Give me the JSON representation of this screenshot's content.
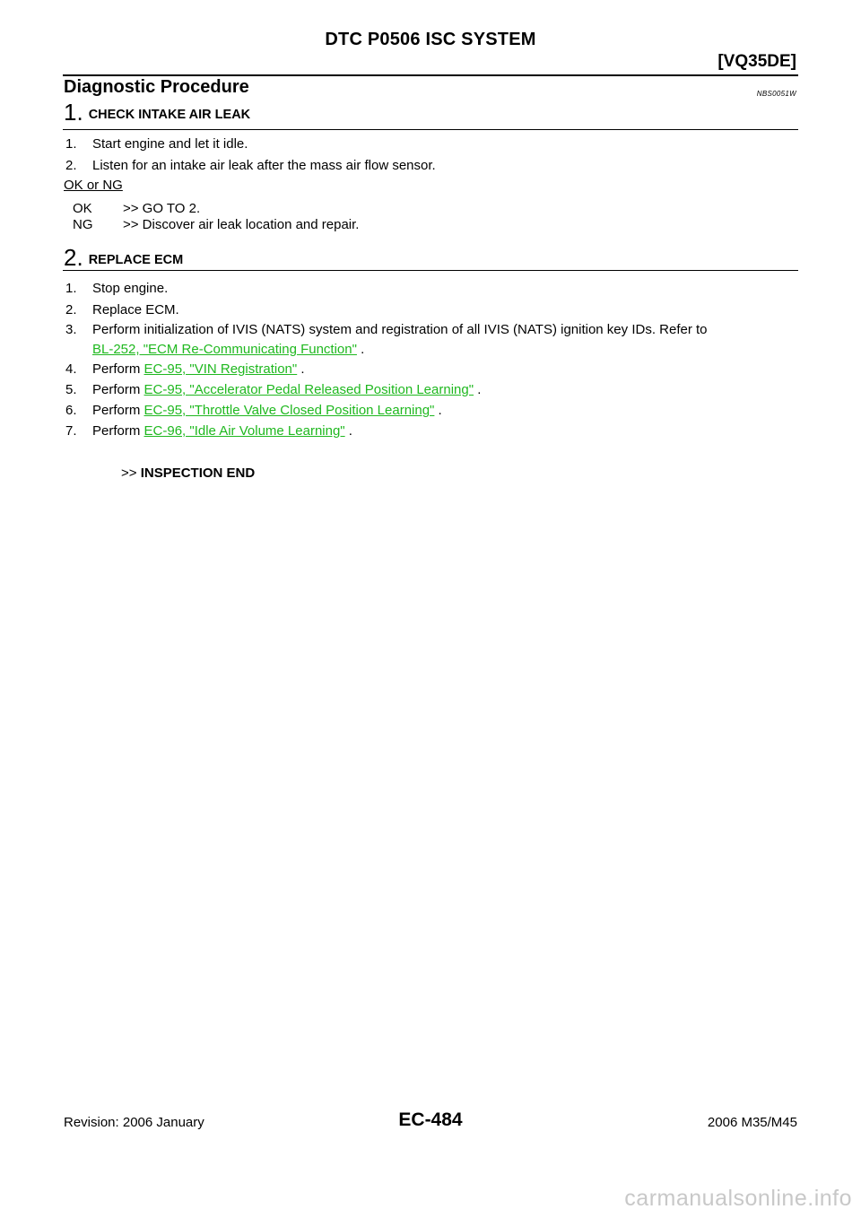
{
  "header": {
    "title": "DTC P0506 ISC SYSTEM",
    "engine": "[VQ35DE]"
  },
  "section": {
    "title": "Diagnostic Procedure",
    "ref": "NBS0051W"
  },
  "step1": {
    "number": "1.",
    "title": "CHECK INTAKE AIR LEAK",
    "items": [
      {
        "n": "1.",
        "text": "Start engine and let it idle."
      },
      {
        "n": "2.",
        "text": "Listen for an intake air leak after the mass air flow sensor."
      }
    ],
    "condition": "OK or NG",
    "results": [
      {
        "code": "OK",
        "text": ">> GO TO 2."
      },
      {
        "code": "NG",
        "text": ">> Discover air leak location and repair."
      }
    ]
  },
  "step2": {
    "number": "2.",
    "title": "REPLACE ECM",
    "items": [
      {
        "n": "1.",
        "text": "Stop engine."
      },
      {
        "n": "2.",
        "text": "Replace ECM."
      },
      {
        "n": "3.",
        "text": "Perform initialization of IVIS (NATS) system and registration of all IVIS (NATS) ignition key IDs. Refer to",
        "link": "BL-252, \"ECM Re-Communicating Function\"",
        "after": " ."
      },
      {
        "n": "4.",
        "pre": "Perform ",
        "link": "EC-95, \"VIN Registration\"",
        "after": " ."
      },
      {
        "n": "5.",
        "pre": "Perform ",
        "link": "EC-95, \"Accelerator Pedal Released Position Learning\"",
        "after": " ."
      },
      {
        "n": "6.",
        "pre": "Perform ",
        "link": "EC-95, \"Throttle Valve Closed Position Learning\"",
        "after": " ."
      },
      {
        "n": "7.",
        "pre": "Perform ",
        "link": "EC-96, \"Idle Air Volume Learning\"",
        "after": " ."
      }
    ],
    "end_prefix": ">> ",
    "end_text": "INSPECTION END"
  },
  "footer": {
    "revision": "Revision: 2006 January",
    "page": "EC-484",
    "model": "2006 M35/M45"
  },
  "watermark": "carmanualsonline.info",
  "colors": {
    "link": "#1fb81f",
    "watermark": "#c8c8c8"
  }
}
